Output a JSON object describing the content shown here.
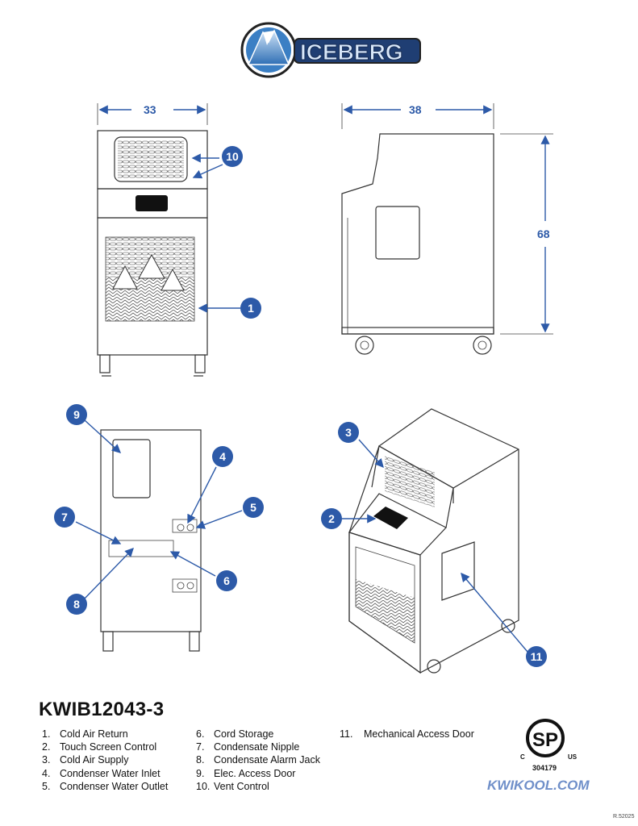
{
  "brand": {
    "name": "ICEBERG"
  },
  "dimensions": {
    "width": "33",
    "depth": "38",
    "height": "68"
  },
  "callouts": [
    "1",
    "2",
    "3",
    "4",
    "5",
    "6",
    "7",
    "8",
    "9",
    "10",
    "11"
  ],
  "model": "KWIB12043-3",
  "legend": {
    "col1": [
      {
        "num": "1.",
        "label": "Cold Air Return"
      },
      {
        "num": "2.",
        "label": "Touch Screen Control"
      },
      {
        "num": "3.",
        "label": "Cold Air Supply"
      },
      {
        "num": "4.",
        "label": "Condenser Water Inlet"
      },
      {
        "num": "5.",
        "label": "Condenser Water Outlet"
      }
    ],
    "col2": [
      {
        "num": "6.",
        "label": "Cord Storage"
      },
      {
        "num": "7.",
        "label": "Condensate Nipple"
      },
      {
        "num": "8.",
        "label": "Condensate Alarm Jack"
      },
      {
        "num": "9.",
        "label": "Elec. Access Door"
      },
      {
        "num": "10.",
        "label": "Vent Control"
      }
    ],
    "col3": [
      {
        "num": "11.",
        "label": "Mechanical Access Door"
      }
    ]
  },
  "certification": {
    "mark": "SP",
    "c": "C",
    "us": "US",
    "number": "304179"
  },
  "website": "KWIKOOL.COM",
  "revision": "R.52025",
  "colors": {
    "accent": "#2d5aa8",
    "website": "#6f8fc9"
  }
}
